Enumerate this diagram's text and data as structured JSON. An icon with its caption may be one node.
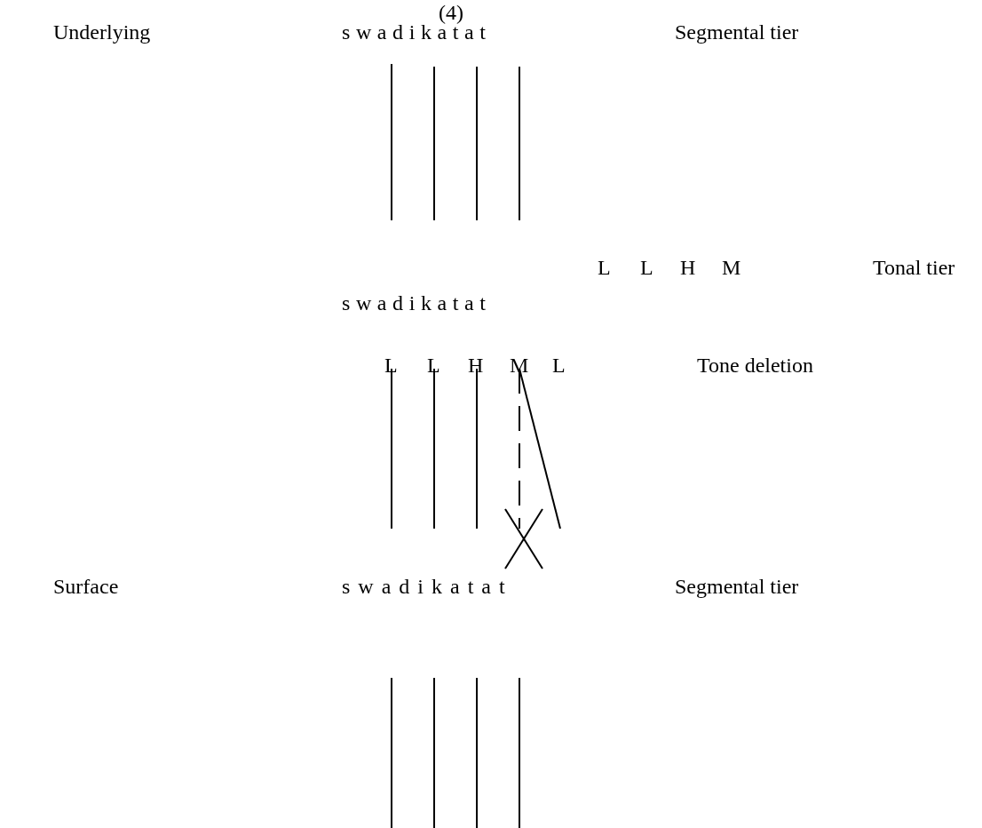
{
  "diagram": {
    "labels": [
      "(4)",
      "Underlying",
      "s w a d i k a t a t",
      "Segmental tier",
      "L",
      "L",
      "H",
      "M",
      "Tonal tier",
      "s w a d i k a t a t",
      "L",
      "L",
      "H",
      "M",
      "L",
      "Tone deletion",
      "Surface",
      "s w a d i k a t a t",
      "Segmental tier"
    ]
  }
}
